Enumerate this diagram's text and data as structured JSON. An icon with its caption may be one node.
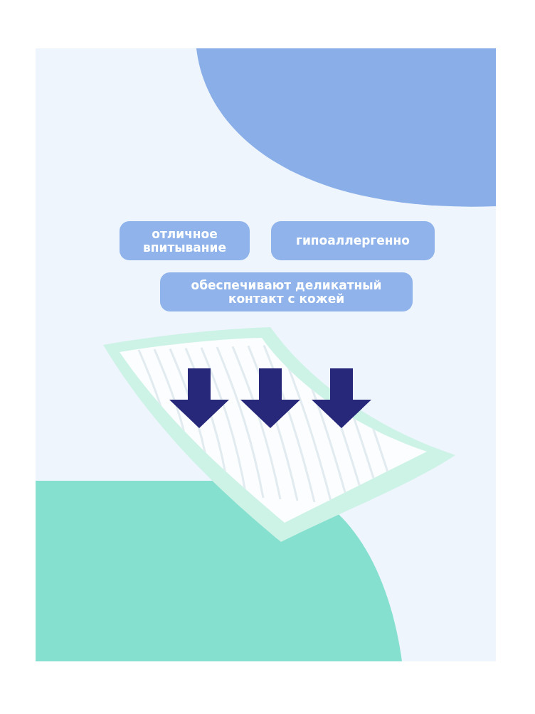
{
  "diagram": {
    "nodes": [
      {
        "text": [
          "отличное впитывание"
        ]
      },
      {
        "text": [
          "гипоаллергенно"
        ]
      },
      {
        "text": [
          "обеспечивают деликатный контакт с кожей"
        ]
      }
    ]
  }
}
